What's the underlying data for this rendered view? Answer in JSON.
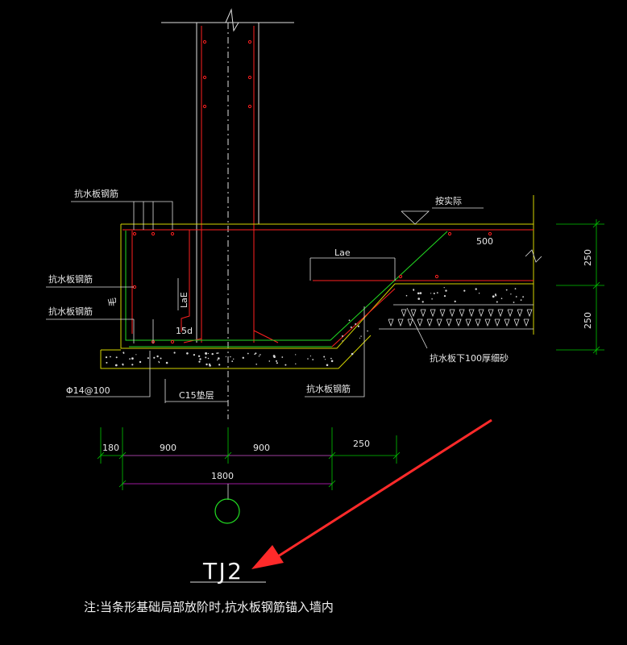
{
  "labels": {
    "anti_float_rebar_top": "抗水板钢筋",
    "anti_float_rebar_mid": "抗水板钢筋",
    "anti_float_rebar_low": "抗水板钢筋",
    "anti_float_rebar_bottom": "抗水板钢筋",
    "elevation": "按实际",
    "dim_500": "500",
    "lae_top": "Lae",
    "lae_vertical": "LaE",
    "hook_15d": "15d",
    "dim_250_upper": "250",
    "dim_250_lower": "250",
    "slab_note": "抗水板下100厚细砂",
    "rebar_spec": "Φ14@100",
    "cushion": "C15垫层",
    "side_mark": "毛"
  },
  "dimensions": {
    "d180": "180",
    "d900a": "900",
    "d900b": "900",
    "d250": "250",
    "d1800": "1800"
  },
  "title": "TJ2",
  "note": "注:当条形基础局部放阶时,抗水板钢筋锚入墙内",
  "colors": {
    "background": "#000000",
    "concrete_outline": "#d4d400",
    "rebar_red": "#ff2020",
    "rebar_green": "#22dd22",
    "dimension_green": "#00c800",
    "dimension_magenta": "#d020d0",
    "leader_white": "#e0e0e0",
    "arrow_red": "#ff2a2a"
  }
}
